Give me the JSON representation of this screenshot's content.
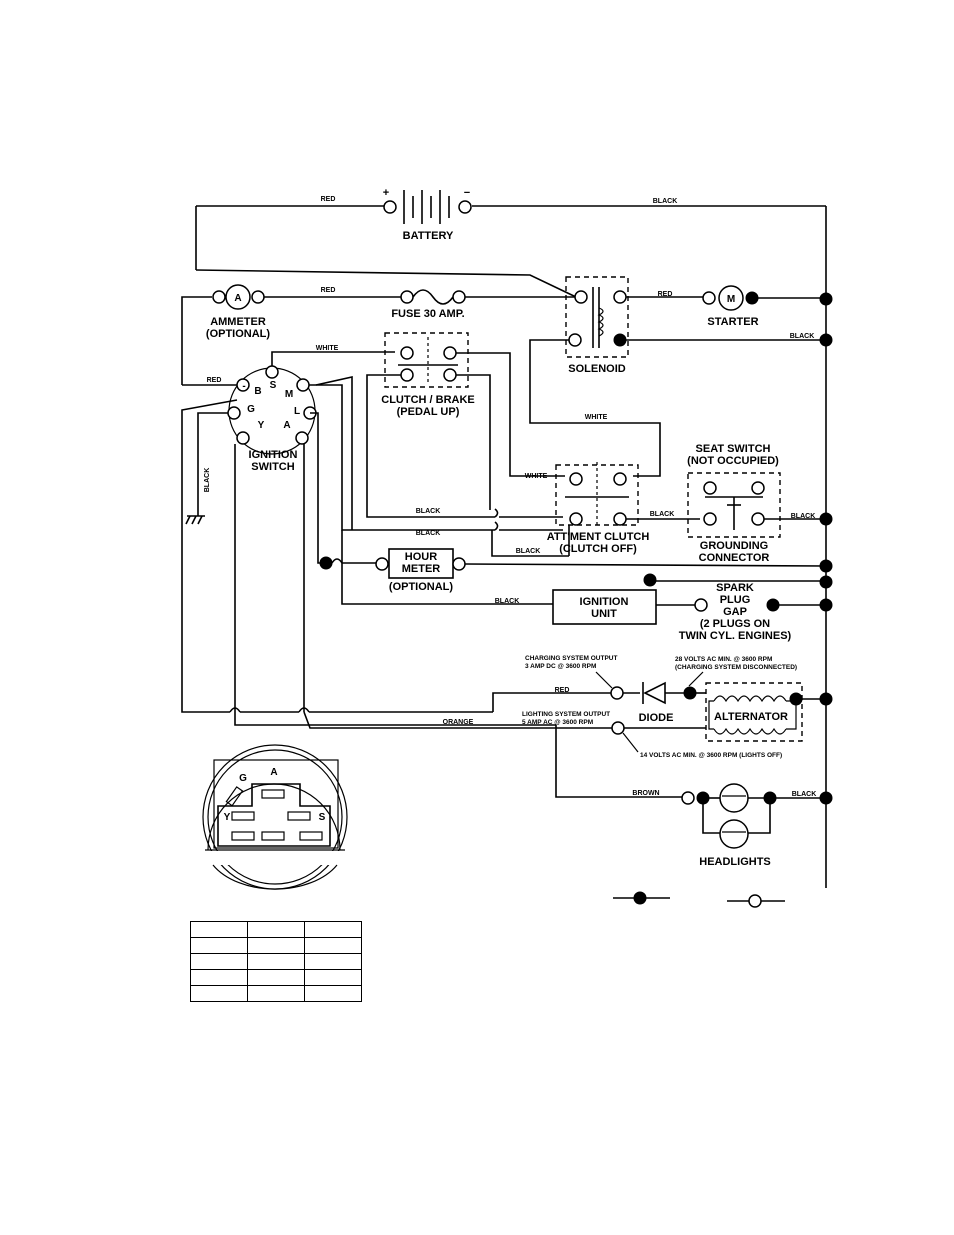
{
  "components": {
    "battery": "BATTERY",
    "battery_plus": "+",
    "battery_minus": "−",
    "ammeter": "AMMETER",
    "ammeter_optional": "(OPTIONAL)",
    "ammeter_symbol": "A",
    "fuse": "FUSE 30 AMP.",
    "solenoid": "SOLENOID",
    "starter": "STARTER",
    "starter_symbol": "M",
    "ignition_switch_1": "IGNITION",
    "ignition_switch_2": "SWITCH",
    "clutch_brake_1": "CLUTCH / BRAKE",
    "clutch_brake_2": "(PEDAL UP)",
    "seat_switch_1": "SEAT SWITCH",
    "seat_switch_2": "(NOT OCCUPIED)",
    "attachment_clutch_1": "ATT'MENT CLUTCH",
    "attachment_clutch_2": "(CLUTCH OFF)",
    "grounding_connector_1": "GROUNDING",
    "grounding_connector_2": "CONNECTOR",
    "hour_meter_1": "HOUR",
    "hour_meter_2": "METER",
    "hour_meter_optional": "(OPTIONAL)",
    "ignition_unit_1": "IGNITION",
    "ignition_unit_2": "UNIT",
    "spark_plug_1": "SPARK",
    "spark_plug_2": "PLUG",
    "spark_plug_3": "GAP",
    "spark_plug_4": "(2 PLUGS ON",
    "spark_plug_5": "TWIN CYL. ENGINES)",
    "diode": "DIODE",
    "alternator": "ALTERNATOR",
    "headlights": "HEADLIGHTS"
  },
  "ignition_pins": {
    "minus": "-",
    "b": "B",
    "s": "S",
    "m": "M",
    "g": "G",
    "l": "L",
    "y": "Y",
    "a": "A"
  },
  "connector_pins": {
    "a": "A",
    "g": "G",
    "y": "Y",
    "s": "S"
  },
  "wire_colors": {
    "red_battery": "RED",
    "black_battery": "BLACK",
    "red_ammeter": "RED",
    "red_starter": "RED",
    "black_solenoid": "BLACK",
    "white_top": "WHITE",
    "red_ignition": "RED",
    "black_vertical": "BLACK",
    "white_solenoid": "WHITE",
    "white_attachment": "WHITE",
    "black_clutch_1": "BLACK",
    "black_clutch_2": "BLACK",
    "black_attachment": "BLACK",
    "black_seat": "BLACK",
    "black_ground": "BLACK",
    "black_ignition_unit": "BLACK",
    "red_charging": "RED",
    "orange": "ORANGE",
    "brown": "BROWN",
    "black_headlights": "BLACK"
  },
  "notes": {
    "charging_1": "CHARGING SYSTEM OUTPUT",
    "charging_2": "3 AMP DC @ 3600 RPM",
    "ac28_1": "28 VOLTS AC MIN. @ 3600 RPM",
    "ac28_2": "(CHARGING SYSTEM DISCONNECTED)",
    "lighting_1": "LIGHTING SYSTEM OUTPUT",
    "lighting_2": "5 AMP AC @ 3600 RPM",
    "ac14": "14 VOLTS AC MIN. @ 3600 RPM (LIGHTS OFF)"
  },
  "colors": {
    "line": "#000000",
    "background": "#ffffff"
  }
}
